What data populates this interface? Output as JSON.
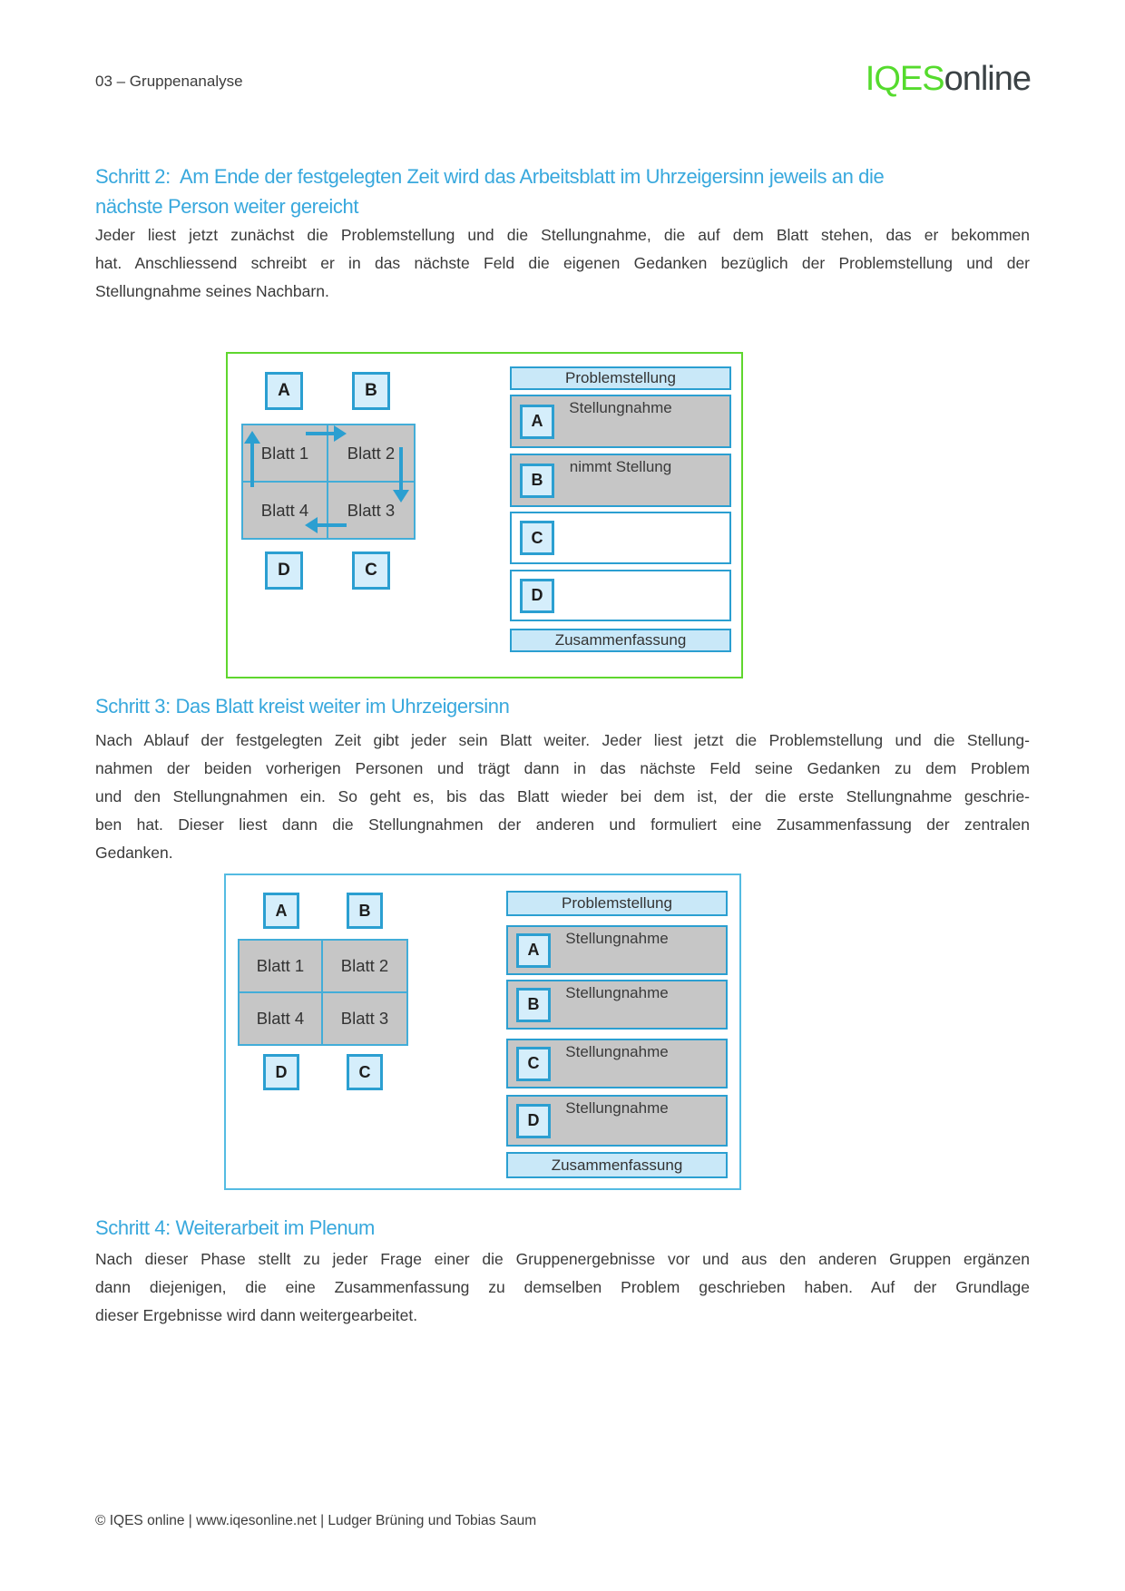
{
  "header": {
    "doc_code": "03 – Gruppenanalyse",
    "logo_green": "IQES",
    "logo_dark": "online"
  },
  "colors": {
    "heading_blue": "#38a8dd",
    "border_blue": "#2b9fd1",
    "diagram1_border_green": "#5fd62e",
    "diagram2_border_blue": "#54bbe2",
    "seat_fill_light_blue": "#d5eefb",
    "panel_header_fill": "#c9e8f8",
    "sheet_gray_fill": "#c6c6c6",
    "logo_green": "#55db2d"
  },
  "step2": {
    "heading_lines": [
      "Schritt 2:  Am Ende der festgelegten Zeit wird das Arbeitsblatt im Uhrzeigersinn jeweils an die",
      "nächste Person weiter gereicht"
    ],
    "body_lines": [
      "Jeder liest jetzt zunächst die Problemstellung und die Stellungnahme, die auf dem Blatt stehen, das er bekommen",
      "hat. Anschliessend schreibt er in das nächste Feld die eigenen Gedanken bezüglich der Problemstellung und der",
      "Stellungnahme seines Nachbarn."
    ]
  },
  "step3": {
    "heading": "Schritt 3: Das Blatt kreist weiter im Uhrzeigersinn",
    "body_lines": [
      "Nach Ablauf der festgelegten Zeit gibt jeder sein Blatt weiter. Jeder liest jetzt die Problemstellung und die Stellung-",
      "nahmen der beiden vorherigen Personen und trägt dann in das nächste Feld seine Gedanken zu dem Problem",
      "und den Stellungnahmen ein. So geht es, bis das Blatt wieder bei dem ist, der die erste Stellungnahme geschrie-",
      "ben hat. Dieser liest dann die Stellungnahmen der anderen und formuliert eine Zusammenfassung der zentralen",
      "Gedanken."
    ]
  },
  "step4": {
    "heading": "Schritt 4: Weiterarbeit im Plenum",
    "body_lines": [
      "Nach dieser Phase stellt zu jeder Frage einer die Gruppenergebnisse vor und aus den anderen Gruppen ergänzen",
      "dann diejenigen, die eine Zusammenfassung zu demselben Problem geschrieben haben. Auf der Grundlage",
      "dieser Ergebnisse wird dann weitergearbeitet."
    ]
  },
  "diagram1": {
    "seats": [
      "A",
      "B",
      "D",
      "C"
    ],
    "sheets": [
      "Blatt 1",
      "Blatt 2",
      "Blatt 4",
      "Blatt 3"
    ],
    "arrows": [
      "right",
      "down",
      "left",
      "up"
    ],
    "rotation": "clockwise",
    "panel_header": "Problemstellung",
    "rows": [
      {
        "seat": "A",
        "text": "Stellungnahme"
      },
      {
        "seat": "B",
        "text": "nimmt Stellung"
      },
      {
        "seat": "C",
        "text": ""
      },
      {
        "seat": "D",
        "text": ""
      }
    ],
    "panel_footer": "Zusammenfassung"
  },
  "diagram2": {
    "seats": [
      "A",
      "B",
      "D",
      "C"
    ],
    "sheets": [
      "Blatt 1",
      "Blatt 2",
      "Blatt 4",
      "Blatt 3"
    ],
    "panel_header": "Problemstellung",
    "rows": [
      {
        "seat": "A",
        "text": "Stellungnahme"
      },
      {
        "seat": "B",
        "text": "Stellungnahme"
      },
      {
        "seat": "C",
        "text": "Stellungnahme"
      },
      {
        "seat": "D",
        "text": "Stellungnahme"
      }
    ],
    "panel_footer": "Zusammenfassung"
  },
  "footer": {
    "text": "© IQES online | www.iqesonline.net | Ludger Brüning und Tobias Saum"
  }
}
